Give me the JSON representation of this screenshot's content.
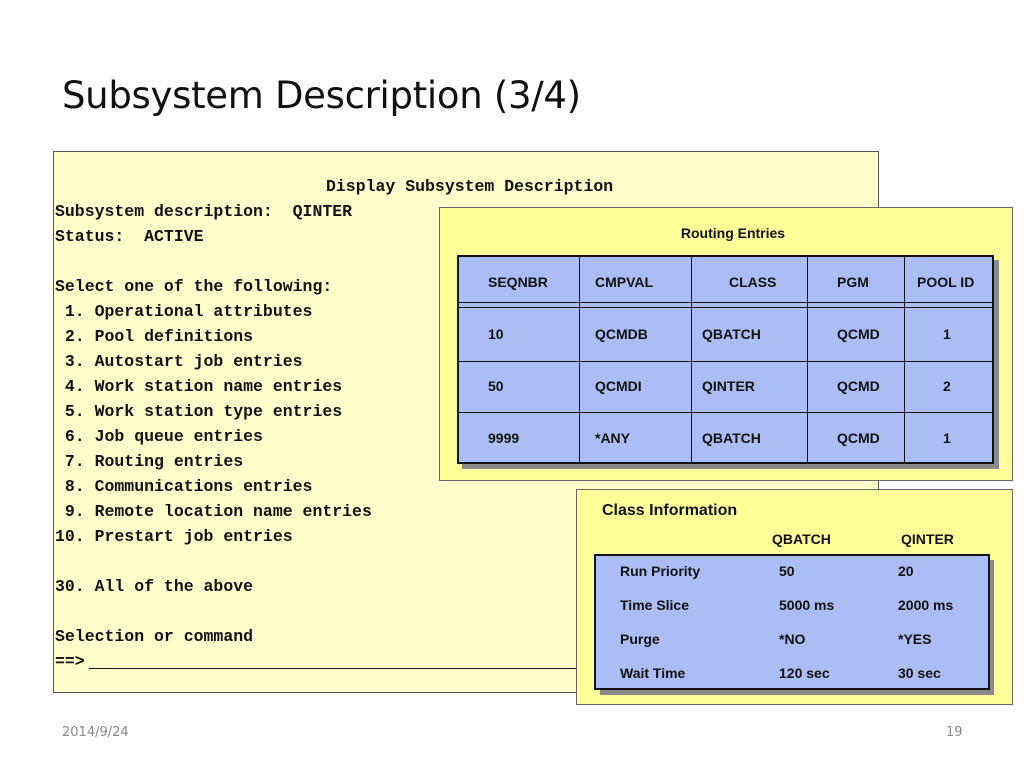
{
  "slide": {
    "title": "Subsystem Description (3/4)",
    "date": "2014/9/24",
    "page_number": "19"
  },
  "terminal": {
    "heading": "Display Subsystem Description",
    "subsystem_line": "Subsystem description:  QINTER",
    "status_line": "Status:  ACTIVE",
    "prompt": "Select one of the following:",
    "options": [
      " 1. Operational attributes",
      " 2. Pool definitions",
      " 3. Autostart job entries",
      " 4. Work station name entries",
      " 5. Work station type entries",
      " 6. Job queue entries",
      " 7. Routing entries",
      " 8. Communications entries",
      " 9. Remote location name entries",
      "10. Prestart job entries"
    ],
    "all_option": "30. All of the above",
    "selection_label": "Selection or command",
    "command_prompt": "==>"
  },
  "routing": {
    "title": "Routing Entries",
    "headers": [
      "SEQNBR",
      "CMPVAL",
      "CLASS",
      "PGM",
      "POOL ID"
    ],
    "rows": [
      [
        "10",
        "QCMDB",
        "QBATCH",
        "QCMD",
        "1"
      ],
      [
        "50",
        "QCMDI",
        "QINTER",
        "QCMD",
        "2"
      ],
      [
        "9999",
        "*ANY",
        "QBATCH",
        "QCMD",
        "1"
      ]
    ]
  },
  "class_info": {
    "title": "Class Information",
    "columns": [
      "QBATCH",
      "QINTER"
    ],
    "rows": [
      [
        "Run Priority",
        "50",
        "20"
      ],
      [
        "Time Slice",
        "5000 ms",
        "2000 ms"
      ],
      [
        "Purge",
        "*NO",
        "*YES"
      ],
      [
        "Wait Time",
        "120 sec",
        "30 sec"
      ]
    ]
  },
  "colors": {
    "terminal_bg": "#ffffcc",
    "panel_bg": "#ffff99",
    "table_bg": "#aabef5"
  }
}
